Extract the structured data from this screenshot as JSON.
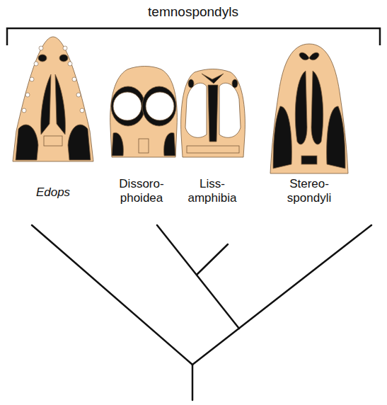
{
  "diagram": {
    "labels": [
      "temnospondyls",
      "Edops",
      "Dissoro- phoidea",
      "Liss- amphibia",
      "Stereo- spondyli"
    ]
  }
}
